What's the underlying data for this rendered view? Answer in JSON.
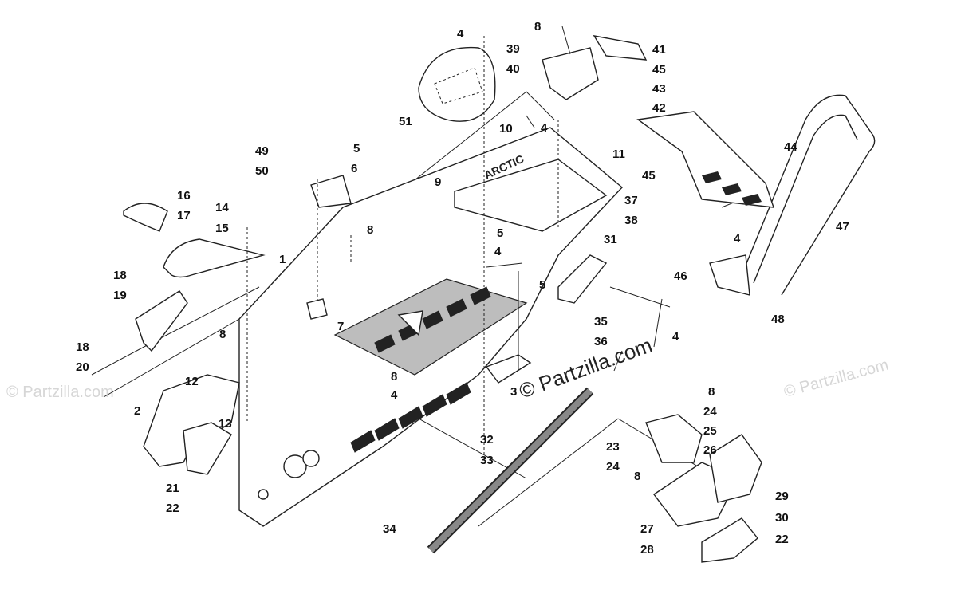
{
  "watermark": {
    "brand": "© Partzilla.com",
    "center_text": "© Partzilla.com"
  },
  "callouts": [
    {
      "id": "c1",
      "text": "1"
    },
    {
      "id": "c2",
      "text": "2"
    },
    {
      "id": "c3",
      "text": "3"
    },
    {
      "id": "c4a",
      "text": "4"
    },
    {
      "id": "c4b",
      "text": "4"
    },
    {
      "id": "c4c",
      "text": "4"
    },
    {
      "id": "c4d",
      "text": "4"
    },
    {
      "id": "c4e",
      "text": "4"
    },
    {
      "id": "c4f",
      "text": "4"
    },
    {
      "id": "c5a",
      "text": "5"
    },
    {
      "id": "c5b",
      "text": "5"
    },
    {
      "id": "c5c",
      "text": "5"
    },
    {
      "id": "c6",
      "text": "6"
    },
    {
      "id": "c7",
      "text": "7"
    },
    {
      "id": "c8a",
      "text": "8"
    },
    {
      "id": "c8b",
      "text": "8"
    },
    {
      "id": "c8c",
      "text": "8"
    },
    {
      "id": "c8d",
      "text": "8"
    },
    {
      "id": "c8e",
      "text": "8"
    },
    {
      "id": "c8f",
      "text": "8"
    },
    {
      "id": "c9",
      "text": "9"
    },
    {
      "id": "c10",
      "text": "10"
    },
    {
      "id": "c11",
      "text": "11"
    },
    {
      "id": "c12",
      "text": "12"
    },
    {
      "id": "c13",
      "text": "13"
    },
    {
      "id": "c14",
      "text": "14"
    },
    {
      "id": "c15",
      "text": "15"
    },
    {
      "id": "c16",
      "text": "16"
    },
    {
      "id": "c17",
      "text": "17"
    },
    {
      "id": "c18a",
      "text": "18"
    },
    {
      "id": "c18b",
      "text": "18"
    },
    {
      "id": "c19",
      "text": "19"
    },
    {
      "id": "c20",
      "text": "20"
    },
    {
      "id": "c21",
      "text": "21"
    },
    {
      "id": "c22a",
      "text": "22"
    },
    {
      "id": "c22b",
      "text": "22"
    },
    {
      "id": "c23",
      "text": "23"
    },
    {
      "id": "c24a",
      "text": "24"
    },
    {
      "id": "c24b",
      "text": "24"
    },
    {
      "id": "c25",
      "text": "25"
    },
    {
      "id": "c26",
      "text": "26"
    },
    {
      "id": "c27",
      "text": "27"
    },
    {
      "id": "c28",
      "text": "28"
    },
    {
      "id": "c29",
      "text": "29"
    },
    {
      "id": "c30",
      "text": "30"
    },
    {
      "id": "c31",
      "text": "31"
    },
    {
      "id": "c32",
      "text": "32"
    },
    {
      "id": "c33",
      "text": "33"
    },
    {
      "id": "c34",
      "text": "34"
    },
    {
      "id": "c35",
      "text": "35"
    },
    {
      "id": "c36",
      "text": "36"
    },
    {
      "id": "c37",
      "text": "37"
    },
    {
      "id": "c38",
      "text": "38"
    },
    {
      "id": "c39",
      "text": "39"
    },
    {
      "id": "c40",
      "text": "40"
    },
    {
      "id": "c41",
      "text": "41"
    },
    {
      "id": "c42",
      "text": "42"
    },
    {
      "id": "c43",
      "text": "43"
    },
    {
      "id": "c44",
      "text": "44"
    },
    {
      "id": "c45a",
      "text": "45"
    },
    {
      "id": "c45b",
      "text": "45"
    },
    {
      "id": "c46",
      "text": "46"
    },
    {
      "id": "c47",
      "text": "47"
    },
    {
      "id": "c48",
      "text": "48"
    },
    {
      "id": "c49",
      "text": "49"
    },
    {
      "id": "c50",
      "text": "50"
    },
    {
      "id": "c51",
      "text": "51"
    }
  ]
}
